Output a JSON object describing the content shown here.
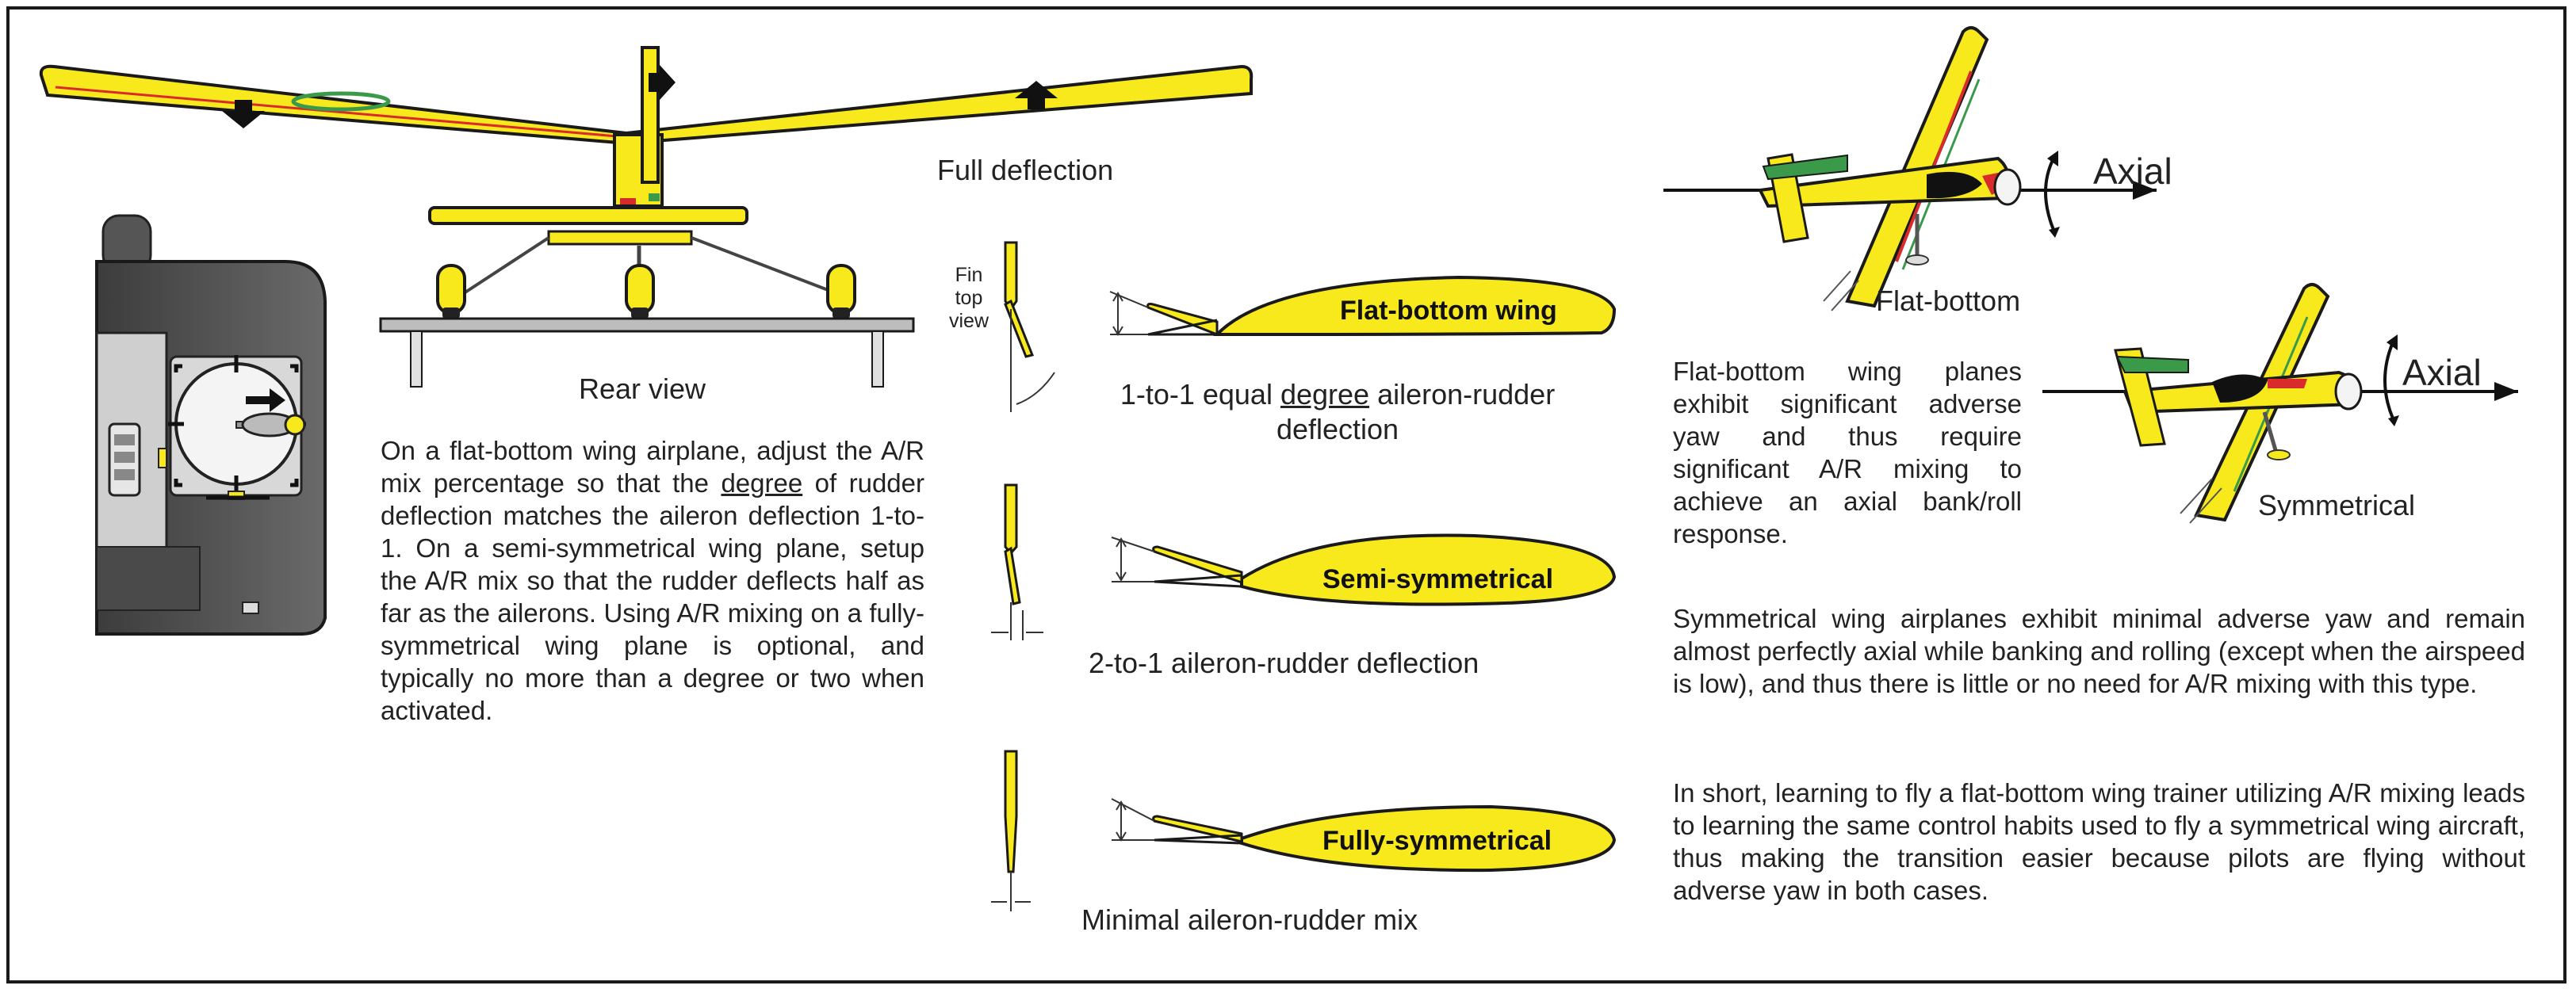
{
  "labels": {
    "full_deflection": "Full deflection",
    "rear_view": "Rear view",
    "fin_top_view": [
      "Fin",
      "top",
      "view"
    ],
    "axial_1": "Axial",
    "axial_2": "Axial",
    "flat_bottom": "Flat-bottom",
    "symmetrical": "Symmetrical"
  },
  "wings": [
    {
      "name": "Flat-bottom wing",
      "caption_a": "1-to-1 equal ",
      "caption_u": "degree",
      "caption_b": " aileron-rudder",
      "caption_2": "deflection"
    },
    {
      "name": "Semi-symmetrical",
      "caption": "2-to-1 aileron-rudder deflection"
    },
    {
      "name": "Fully-symmetrical",
      "caption": "Minimal aileron-rudder mix"
    }
  ],
  "paragraphs": {
    "left_a": "On a flat-bottom wing airplane, adjust the A/R mix percentage so that the ",
    "left_u": "degree",
    "left_b": " of rudder deflection matches the aileron deflection 1-to-1.  On a semi-symmetrical wing plane, setup the A/R mix so that the rudder deflects half as far as the ailerons. Using A/R mixing on a fully-symmetrical wing plane is optional, and typically no more than a degree or two when activated.",
    "right_1": "Flat-bottom wing planes exhibit significant adverse yaw and thus require significant A/R mixing to achieve an axial bank/roll response.",
    "right_2": "Symmetrical wing airplanes exhibit minimal adverse yaw and remain almost perfectly axial while banking and rolling (except when the airspeed is low), and thus there is little or no need for A/R mixing with this type.",
    "right_3": "In short, learning to fly a flat-bottom wing trainer utilizing A/R mixing leads to learning the same control habits used to fly a symmetrical wing aircraft, thus making the transition easier because pilots are flying without adverse yaw in both cases."
  },
  "colors": {
    "wing_yellow": "#f7e91c",
    "outline": "#1a1a1a",
    "accent_red": "#d92b2b",
    "accent_green": "#3a9a4a"
  }
}
